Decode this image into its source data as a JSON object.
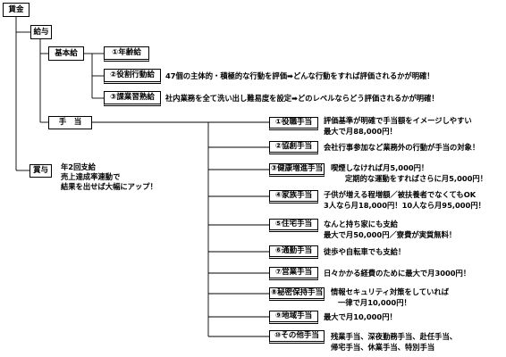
{
  "root": "賃金",
  "kyuyo": "給与",
  "kihonkyu": "基本給",
  "kihonkyu_items": [
    {
      "label": "①年齢給",
      "desc": ""
    },
    {
      "label": "②役割行動給",
      "desc": "47個の主体的・積極的な行動を評価➡どんな行動をすれば評価されるかが明確！"
    },
    {
      "label": "③課業習熟給",
      "desc": "社内業務を全て洗い出し難易度を設定➡どのレベルならどう評価されるかが明確！"
    }
  ],
  "teate": "手　当",
  "teate_items": [
    {
      "label": "①役職手当",
      "desc": [
        "評価基準が明確で手当額をイメージしやすい",
        "最大で月88,000円！"
      ]
    },
    {
      "label": "②協創手当",
      "desc": [
        "会社行事参加など業務外の行動が手当の対象！"
      ]
    },
    {
      "label": "③健康増進手当",
      "desc": [
        "喫煙しなければ月5,000円！",
        "定期的な運動をすればさらに月5,000円！"
      ]
    },
    {
      "label": "④家族手当",
      "desc": [
        "子供が増える程増額／被扶養者でなくてもOK",
        "3人なら月18,000円！10人なら月95,000円！"
      ]
    },
    {
      "label": "⑤住宅手当",
      "desc": [
        "なんと持ち家にも支給",
        "最大で月50,000円／寮費が実質無料！"
      ]
    },
    {
      "label": "⑥通勤手当",
      "desc": [
        "徒歩や自転車でも支給！"
      ]
    },
    {
      "label": "⑦営業手当",
      "desc": [
        "日々かかる経費のために最大で月3000円！"
      ]
    },
    {
      "label": "⑧秘密保持手当",
      "desc": [
        "情報セキュリティ対策をしていれば",
        "一律で月10,000円！"
      ]
    },
    {
      "label": "⑨地域手当",
      "desc": [
        "最大で月10,000円！"
      ]
    },
    {
      "label": "⑩その他手当",
      "desc": [
        "残業手当、深夜勤務手当、赴任手当、",
        "帰宅手当、休業手当、特別手当"
      ]
    }
  ],
  "shoyo": "賞与",
  "shoyo_desc": [
    "年2回支給",
    "売上達成率連動で",
    "結果を出せば大幅にアップ！"
  ]
}
